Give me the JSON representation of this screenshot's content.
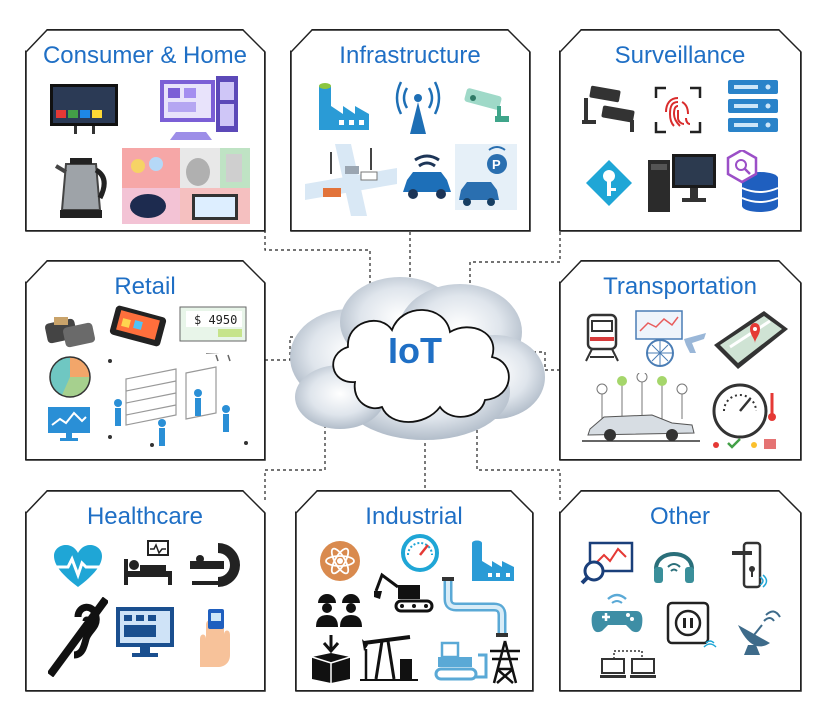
{
  "center": {
    "label": "IoT"
  },
  "panels": [
    {
      "title": "Consumer & Home",
      "icons": [
        "tv-icon",
        "smart-home-dashboard-icon",
        "kettle-icon",
        "smart-devices-collage-icon"
      ]
    },
    {
      "title": "Infrastructure",
      "icons": [
        "factory-icon",
        "antenna-icon",
        "security-camera-icon",
        "intersection-traffic-icon",
        "connected-car-icon",
        "smart-parking-icon"
      ]
    },
    {
      "title": "Surveillance",
      "icons": [
        "cctv-cameras-icon",
        "fingerprint-scan-icon",
        "server-rack-icon",
        "key-icon",
        "computer-workstation-icon",
        "database-search-icon"
      ]
    },
    {
      "title": "Retail",
      "icons": [
        "payment-devices-icon",
        "pos-terminal-icon",
        "price-tag-display-icon",
        "pie-chart-icon",
        "monitor-graph-icon",
        "store-shelves-icon"
      ]
    },
    {
      "title": "Transportation",
      "icons": [
        "train-icon",
        "flight-data-icon",
        "phone-map-icon",
        "connected-vehicle-icon",
        "speedometer-icon"
      ]
    },
    {
      "title": "Healthcare",
      "icons": [
        "heartbeat-icon",
        "hospital-bed-icon",
        "mri-scanner-icon",
        "hearing-aid-icon",
        "medical-monitor-icon",
        "pulse-oximeter-icon"
      ]
    },
    {
      "title": "Industrial",
      "icons": [
        "atom-icon",
        "gauge-icon",
        "factory-icon",
        "excavator-icon",
        "workers-icon",
        "pipeline-icon",
        "package-icon",
        "oil-pump-icon",
        "bulldozer-icon",
        "power-tower-icon"
      ]
    },
    {
      "title": "Other",
      "icons": [
        "analytics-monitor-icon",
        "headphones-icon",
        "smart-lock-icon",
        "game-controller-icon",
        "smart-plug-icon",
        "satellite-dish-icon",
        "network-computers-icon"
      ]
    }
  ],
  "colors": {
    "title": "#1f6fc5",
    "border": "#222222",
    "connector": "#222222",
    "icon_blue": "#1a8fd1"
  }
}
